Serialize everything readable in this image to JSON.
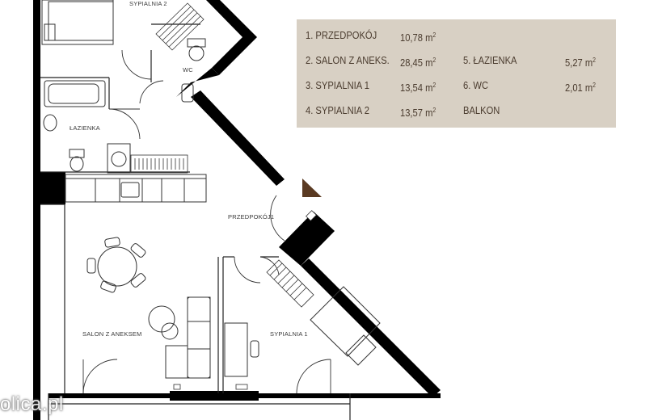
{
  "legend": {
    "items": [
      {
        "label": "1. PRZEDPOKÓJ",
        "area": "10,78 m"
      },
      {
        "label": "2. SALON Z ANEKS.",
        "area": "28,45 m"
      },
      {
        "label": "3. SYPIALNIA 1",
        "area": "13,54 m"
      },
      {
        "label": "4. SYPIALNIA 2",
        "area": "13,57 m"
      },
      {
        "label": "5. ŁAZIENKA",
        "area": "5,27 m"
      },
      {
        "label": "6. WC",
        "area": "2,01 m"
      },
      {
        "label": "BALKON",
        "area": ""
      }
    ],
    "unit_sup": "2"
  },
  "rooms": {
    "sypialnia2": "SYPIALNIA 2",
    "wc": "WC",
    "lazienka": "ŁAZIENKA",
    "przedpokoj": "PRZEDPOKÓJ1",
    "salon": "SALON Z ANEKSEM",
    "sypialnia1": "SYPIALNIA 1"
  },
  "watermark": "olica.pl",
  "colors": {
    "wall": "#000000",
    "legend_bg": "#d8d0c4",
    "legend_text": "#4a3b2e",
    "north_arrow": "#5a3a22"
  }
}
